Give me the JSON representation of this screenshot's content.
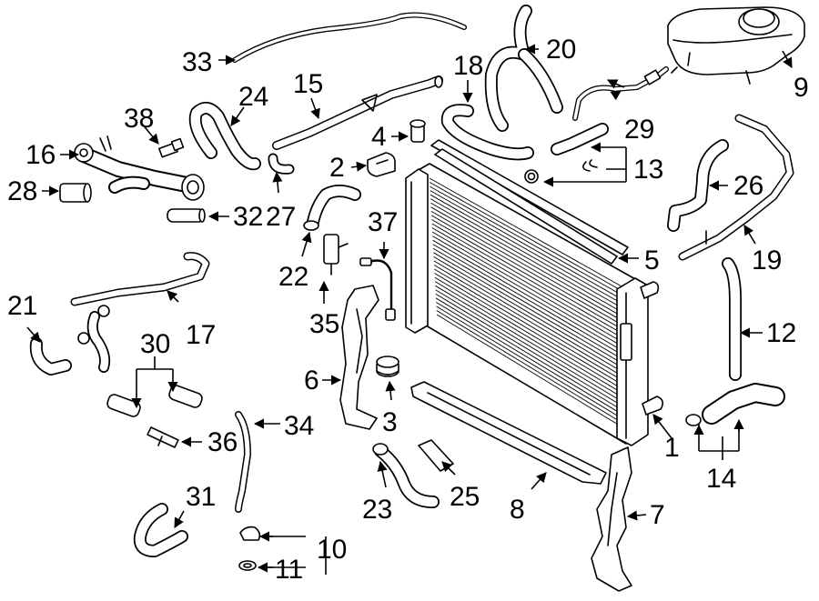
{
  "diagram": {
    "callouts": [
      {
        "id": "1",
        "label": "1"
      },
      {
        "id": "2",
        "label": "2"
      },
      {
        "id": "3",
        "label": "3"
      },
      {
        "id": "4",
        "label": "4"
      },
      {
        "id": "5",
        "label": "5"
      },
      {
        "id": "6",
        "label": "6"
      },
      {
        "id": "7",
        "label": "7"
      },
      {
        "id": "8",
        "label": "8"
      },
      {
        "id": "9",
        "label": "9"
      },
      {
        "id": "10",
        "label": "10"
      },
      {
        "id": "11",
        "label": "11"
      },
      {
        "id": "12",
        "label": "12"
      },
      {
        "id": "13",
        "label": "13"
      },
      {
        "id": "14",
        "label": "14"
      },
      {
        "id": "15",
        "label": "15"
      },
      {
        "id": "16",
        "label": "16"
      },
      {
        "id": "17",
        "label": "17"
      },
      {
        "id": "18",
        "label": "18"
      },
      {
        "id": "19",
        "label": "19"
      },
      {
        "id": "20",
        "label": "20"
      },
      {
        "id": "21",
        "label": "21"
      },
      {
        "id": "22",
        "label": "22"
      },
      {
        "id": "23",
        "label": "23"
      },
      {
        "id": "24",
        "label": "24"
      },
      {
        "id": "25",
        "label": "25"
      },
      {
        "id": "26",
        "label": "26"
      },
      {
        "id": "27",
        "label": "27"
      },
      {
        "id": "28",
        "label": "28"
      },
      {
        "id": "29",
        "label": "29"
      },
      {
        "id": "30",
        "label": "30"
      },
      {
        "id": "31",
        "label": "31"
      },
      {
        "id": "32",
        "label": "32"
      },
      {
        "id": "33",
        "label": "33"
      },
      {
        "id": "34",
        "label": "34"
      },
      {
        "id": "35",
        "label": "35"
      },
      {
        "id": "36",
        "label": "36"
      },
      {
        "id": "37",
        "label": "37"
      },
      {
        "id": "38",
        "label": "38"
      }
    ]
  }
}
